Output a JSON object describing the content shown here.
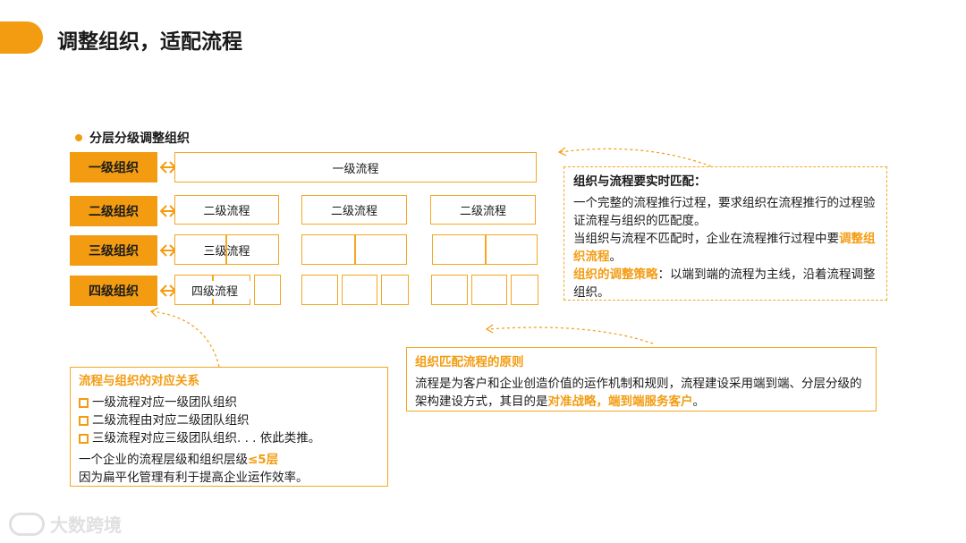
{
  "title": "调整组织，适配流程",
  "section_title": "分层分级调整组织",
  "org_levels": [
    "一级组织",
    "二级组织",
    "三级组织",
    "四级组织"
  ],
  "process": {
    "level1": "一级流程",
    "level2": "二级流程",
    "level3": "三级流程",
    "level4": "四级流程"
  },
  "right_panel": {
    "heading": "组织与流程要实时匹配：",
    "p1": "一个完整的流程推行过程，要求组织在流程推行的过程验证流程与组织的匹配度。",
    "p2_prefix": "当组织与流程不匹配时，企业在流程推行过程中要",
    "p2_highlight": "调整组织流程",
    "p2_suffix": "。",
    "p3_label": "组织的调整策略",
    "p3_text": "：以端到端的流程为主线，沿着流程调整组织。"
  },
  "principle_panel": {
    "heading": "组织匹配流程的原则",
    "text_prefix": "流程是为客户和企业创造价值的运作机制和规则，流程建设采用端到端、分层分级的架构建设方式，其目的是",
    "text_highlight": "对准战略，端到端服务客户",
    "text_suffix": "。"
  },
  "correspondence_panel": {
    "heading": "流程与组织的对应关系",
    "items": [
      "一级流程对应一级团队组织",
      "二级流程由对应二级团队组织",
      "三级流程对应三级团队组织. . . 依此类推。"
    ],
    "note_prefix": "一个企业的流程层级和组织层级",
    "note_highlight": "≤5层",
    "note_line2": "因为扁平化管理有利于提高企业运作效率。"
  },
  "watermark": "大数跨境",
  "colors": {
    "accent": "#f39c12",
    "box_border": "#f5a623"
  }
}
